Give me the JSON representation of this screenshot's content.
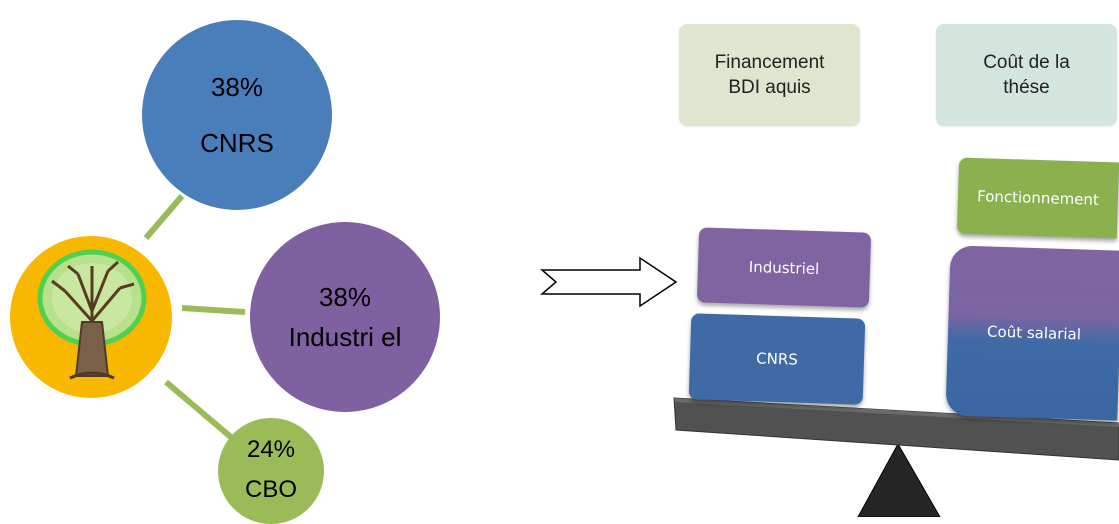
{
  "circles": {
    "cnrs": {
      "pct": "38%",
      "label": "CNRS"
    },
    "industriel": {
      "pct": "38%",
      "label": "Industri el"
    },
    "cbo": {
      "pct": "24%",
      "label": "CBO"
    }
  },
  "headers": {
    "financement": "Financement BDI aquis",
    "cout": "Coût de la thése"
  },
  "boxes": {
    "industriel": "Industriel",
    "cnrs": "CNRS",
    "fonctionnement": "Fonctionnement",
    "cout_salarial": "Coût salarial"
  },
  "colors": {
    "cnrs_blue": "#4a7ebb",
    "industriel_purple": "#7f60a0",
    "cbo_green": "#9bbb59",
    "tree_bg": "#f9b800"
  },
  "icons": {
    "center": "tree-icon",
    "arrow": "arrow-right-icon",
    "fulcrum": "triangle-fulcrum-icon"
  }
}
